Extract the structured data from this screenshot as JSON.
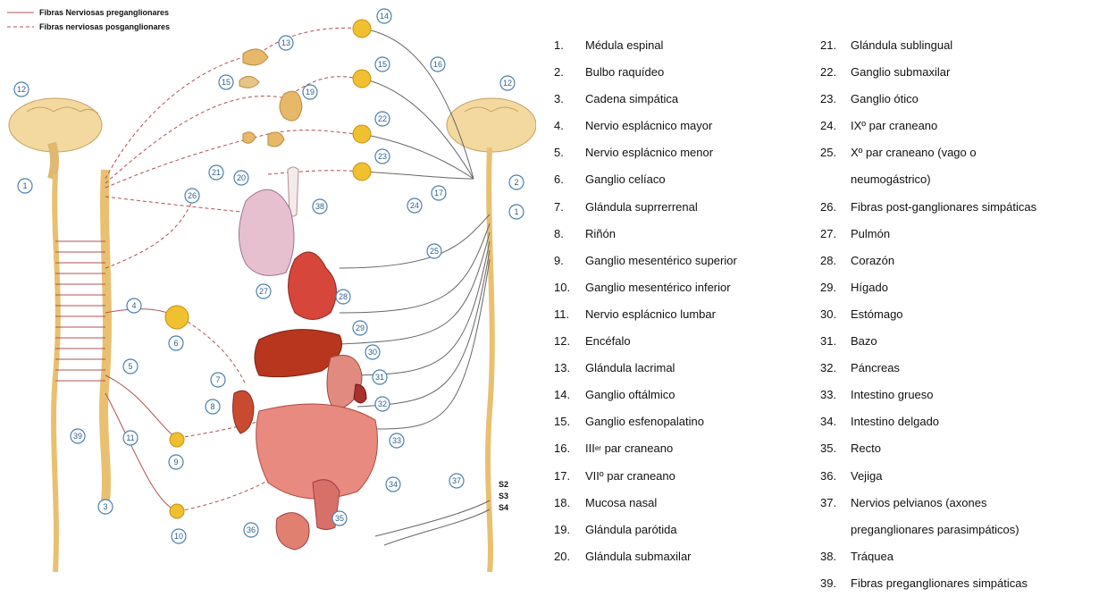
{
  "legend": {
    "pre": "Fibras Nerviosas preganglionares",
    "post": "Fibras nerviosas posganglionares"
  },
  "spinal_labels": {
    "s2": "S2",
    "s3": "S3",
    "s4": "S4"
  },
  "colors": {
    "nerve": "#b05050",
    "ganglion": "#f0c030",
    "label_circle": "#4a7fb0",
    "spine": "#e8c070",
    "organ": "#c84a30"
  },
  "list_left": [
    {
      "num": "1.",
      "text": "Médula espinal"
    },
    {
      "num": "2.",
      "text": "Bulbo raquídeo"
    },
    {
      "num": "3.",
      "text": "Cadena simpática"
    },
    {
      "num": "4.",
      "text": "Nervio esplácnico mayor"
    },
    {
      "num": "5.",
      "text": "Nervio esplácnico menor"
    },
    {
      "num": "6.",
      "text": "Ganglio celíaco"
    },
    {
      "num": "7.",
      "text": "Glándula suprrerrenal"
    },
    {
      "num": "8.",
      "text": "Riñón"
    },
    {
      "num": "9.",
      "text": "Ganglio mesentérico superior"
    },
    {
      "num": "10.",
      "text": "Ganglio mesentérico inferior"
    },
    {
      "num": "11.",
      "text": "Nervio esplácnico lumbar"
    },
    {
      "num": "12.",
      "text": "Encéfalo"
    },
    {
      "num": "13.",
      "text": "Glándula lacrimal"
    },
    {
      "num": "14.",
      "text": "Ganglio oftálmico"
    },
    {
      "num": "15.",
      "text": "Ganglio esfenopalatino"
    },
    {
      "num": "16.",
      "text": "III",
      "sup": "er",
      "after": " par craneano"
    },
    {
      "num": "17.",
      "text": "VIIº par craneano"
    },
    {
      "num": "18.",
      "text": "Mucosa nasal"
    },
    {
      "num": "19.",
      "text": "Glándula parótida"
    },
    {
      "num": "20.",
      "text": "Glándula submaxilar"
    }
  ],
  "list_right": [
    {
      "num": "21.",
      "text": "Glándula sublingual"
    },
    {
      "num": "22.",
      "text": "Ganglio submaxilar"
    },
    {
      "num": "23.",
      "text": "Ganglio ótico"
    },
    {
      "num": "24.",
      "text": "IXº par craneano"
    },
    {
      "num": "25.",
      "text": "Xº par craneano (vago o"
    },
    {
      "num": "",
      "text": "neumogástrico)"
    },
    {
      "num": "26.",
      "text": "Fibras post-ganglionares simpáticas"
    },
    {
      "num": "27.",
      "text": "Pulmón"
    },
    {
      "num": "28.",
      "text": "Corazón"
    },
    {
      "num": "29.",
      "text": "Hígado"
    },
    {
      "num": "30.",
      "text": "Estómago"
    },
    {
      "num": "31.",
      "text": "Bazo"
    },
    {
      "num": "32.",
      "text": "Páncreas"
    },
    {
      "num": "33.",
      "text": "Intestino grueso"
    },
    {
      "num": "34.",
      "text": "Intestino delgado"
    },
    {
      "num": "35.",
      "text": "Recto"
    },
    {
      "num": "36.",
      "text": "Vejiga"
    },
    {
      "num": "37.",
      "text": "Nervios pelvianos (axones"
    },
    {
      "num": "",
      "text": "preganglionares parasimpáticos)"
    },
    {
      "num": "38.",
      "text": "Tráquea"
    },
    {
      "num": "39.",
      "text": "Fibras preganglionares simpáticas"
    }
  ],
  "markers": [
    "1",
    "1",
    "2",
    "3",
    "4",
    "5",
    "6",
    "7",
    "8",
    "9",
    "10",
    "11",
    "12",
    "12",
    "13",
    "14",
    "15",
    "15",
    "16",
    "17",
    "19",
    "20",
    "21",
    "22",
    "23",
    "24",
    "25",
    "26",
    "27",
    "28",
    "29",
    "30",
    "31",
    "32",
    "33",
    "34",
    "35",
    "36",
    "37",
    "38",
    "39"
  ]
}
